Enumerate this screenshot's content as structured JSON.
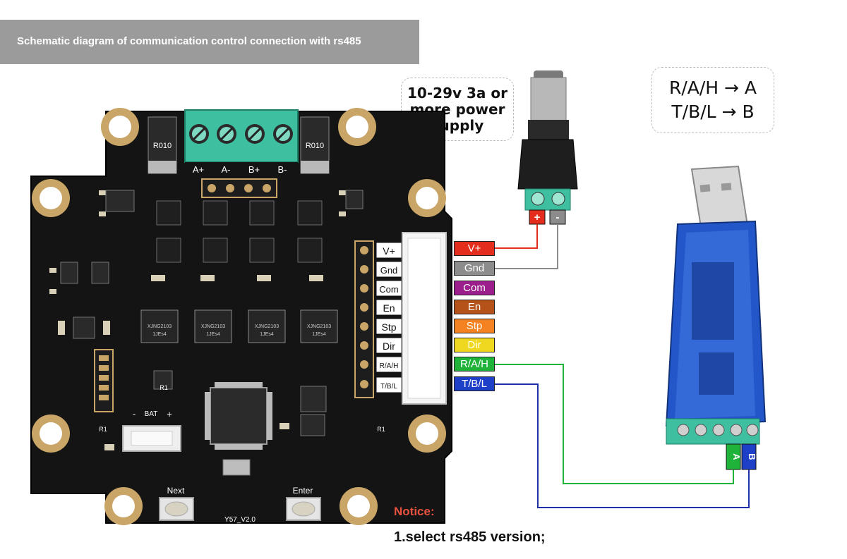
{
  "title": "Schematic diagram of communication control connection with rs485",
  "power_callout": "10-29v 3a or\nmore power\nsupply",
  "mapping": {
    "row1": "R/A/H → A",
    "row2": "T/B/L → B"
  },
  "notice": {
    "title": "Notice:",
    "item1": "1.select rs485 version;"
  },
  "board": {
    "motor_terminals": [
      "A+",
      "A-",
      "B+",
      "B-"
    ],
    "resistor_marking": "R010",
    "pin_labels": [
      "V+",
      "Gnd",
      "Com",
      "En",
      "Stp",
      "Dir",
      "R/A/H",
      "T/B/L"
    ],
    "driver_chip_text": [
      "XJNG2103",
      "1JEs4"
    ],
    "buttons": [
      "Next",
      "Enter"
    ],
    "battery_label": "BAT",
    "board_version": "Y57_V2.0",
    "resistor_label": "R1",
    "plus": "+",
    "minus": "-"
  },
  "power_connector": {
    "positive": "+",
    "negative": "-"
  },
  "wire_labels": [
    {
      "text": "V+",
      "color": "#e52d1e"
    },
    {
      "text": "Gnd",
      "color": "#8c8c8c"
    },
    {
      "text": "Com",
      "color": "#9b1e8c"
    },
    {
      "text": "En",
      "color": "#b4521a"
    },
    {
      "text": "Stp",
      "color": "#f58220"
    },
    {
      "text": "Dir",
      "color": "#f0d820"
    },
    {
      "text": "R/A/H",
      "color": "#1fb33a"
    },
    {
      "text": "T/B/L",
      "color": "#1e3fc8"
    }
  ],
  "usb_adapter": {
    "terminal_a": "A",
    "terminal_b": "B"
  },
  "colors": {
    "wire_red": "#e52d1e",
    "wire_gray": "#8c8c8c",
    "wire_green": "#1fb33a",
    "wire_blue": "#1e2fa8",
    "pcb": "#141414",
    "pad_gold": "#c9a567",
    "terminal_teal": "#3dbfa0"
  }
}
